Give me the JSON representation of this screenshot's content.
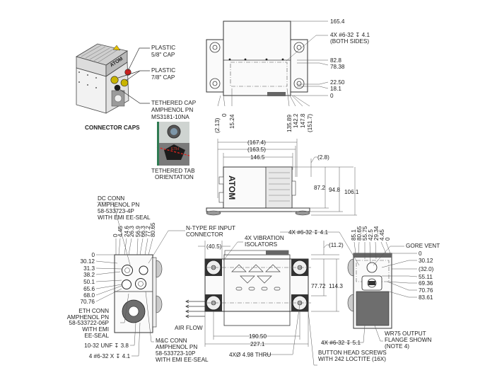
{
  "iso_view": {
    "callouts": {
      "plastic_58": [
        "PLASTIC",
        "5/8\" CAP"
      ],
      "plastic_78": [
        "PLASTIC",
        "7/8\" CAP"
      ],
      "tethered": [
        "TETHERED CAP",
        "AMPHENOL PN",
        "MS3181-10NA"
      ]
    },
    "title": "CONNECTOR CAPS",
    "brand": "ATOM",
    "photo_caption": [
      "TETHERED TAB",
      "ORIENTATION"
    ],
    "photo_label": "ETH",
    "colors": {
      "red_cap": "#c8201e",
      "yellow_cap": "#c9b400",
      "black_cap": "#1a1a1a"
    }
  },
  "top_view": {
    "right_dims": [
      "165.4",
      "82.8",
      "78.38",
      "22.50",
      "18.1",
      "0"
    ],
    "hole_note": [
      "4X #6-32 ↧ 4.1",
      "(BOTH SIDES)"
    ],
    "bottom_dims": [
      "(2.13)",
      "0",
      "15.24",
      "135.89",
      "142.2",
      "147.8",
      "(151.7)"
    ]
  },
  "side_view": {
    "width_dims": [
      "(167.4)",
      "(163.5)",
      "146.5"
    ],
    "offset_dim": "(2.8)",
    "height_dims": [
      "87.2",
      "94.8",
      "106.1"
    ],
    "brand": "ATOM"
  },
  "left_end_view": {
    "dc_conn": [
      "DC CONN",
      "AMPHENOL PN",
      "58-533723-4P",
      "WITH EMI EE-SEAL"
    ],
    "top_dims": [
      "0",
      "4.45",
      "24.6",
      "26.3",
      "56.9",
      "66.3",
      "77.2",
      "80.65"
    ],
    "left_dims": [
      "0",
      "30.12",
      "31.3",
      "38.2",
      "50.1",
      "65.6",
      "68.0",
      "70.76"
    ],
    "eth_conn": [
      "ETH CONN",
      "AMPHENOL PN",
      "58-533722-06P",
      "WITH EMI",
      "EE-SEAL"
    ],
    "thread_note": "10-32 UNF ↧ 3.8",
    "hole_note": "4 #6-32 X ↧ 4.1",
    "mc_conn": [
      "M&C CONN",
      "AMPHENOL PN",
      "58-533723-10P",
      "WITH EMI EE-SEAL"
    ],
    "rf_conn": [
      "N-TYPE RF INPUT",
      "CONNECTOR"
    ]
  },
  "bottom_view": {
    "isolators": [
      "4X VIBRATION",
      "ISOLATORS"
    ],
    "offset_dim": "(40.5)",
    "top_dim": "(11.2)",
    "height_dims": [
      "77.72",
      "114.3"
    ],
    "width_dims": [
      "190.50",
      "227.1"
    ],
    "thru_note": "4XØ 4.98 THRU",
    "air_flow": "AIR FLOW"
  },
  "right_end_view": {
    "hole_note_top": "4X #6-32 ↧ 4.1",
    "top_dims": [
      "85.1",
      "80.65",
      "55.75",
      "42.5",
      "29.34",
      "4.45",
      "0"
    ],
    "gore_vent": "GORE VENT",
    "right_dims": [
      "0",
      "30.12",
      "(32.0)",
      "55.11",
      "69.36",
      "70.76",
      "83.61"
    ],
    "hole_note_bottom": "4X #6-32 ↧ 5.1",
    "output_flange": [
      "WR75 OUTPUT",
      "FLANGE SHOWN",
      "(NOTE 4)"
    ],
    "screws": [
      "BUTTON HEAD SCREWS",
      "WITH 242 LOCTITE (16X)"
    ]
  }
}
